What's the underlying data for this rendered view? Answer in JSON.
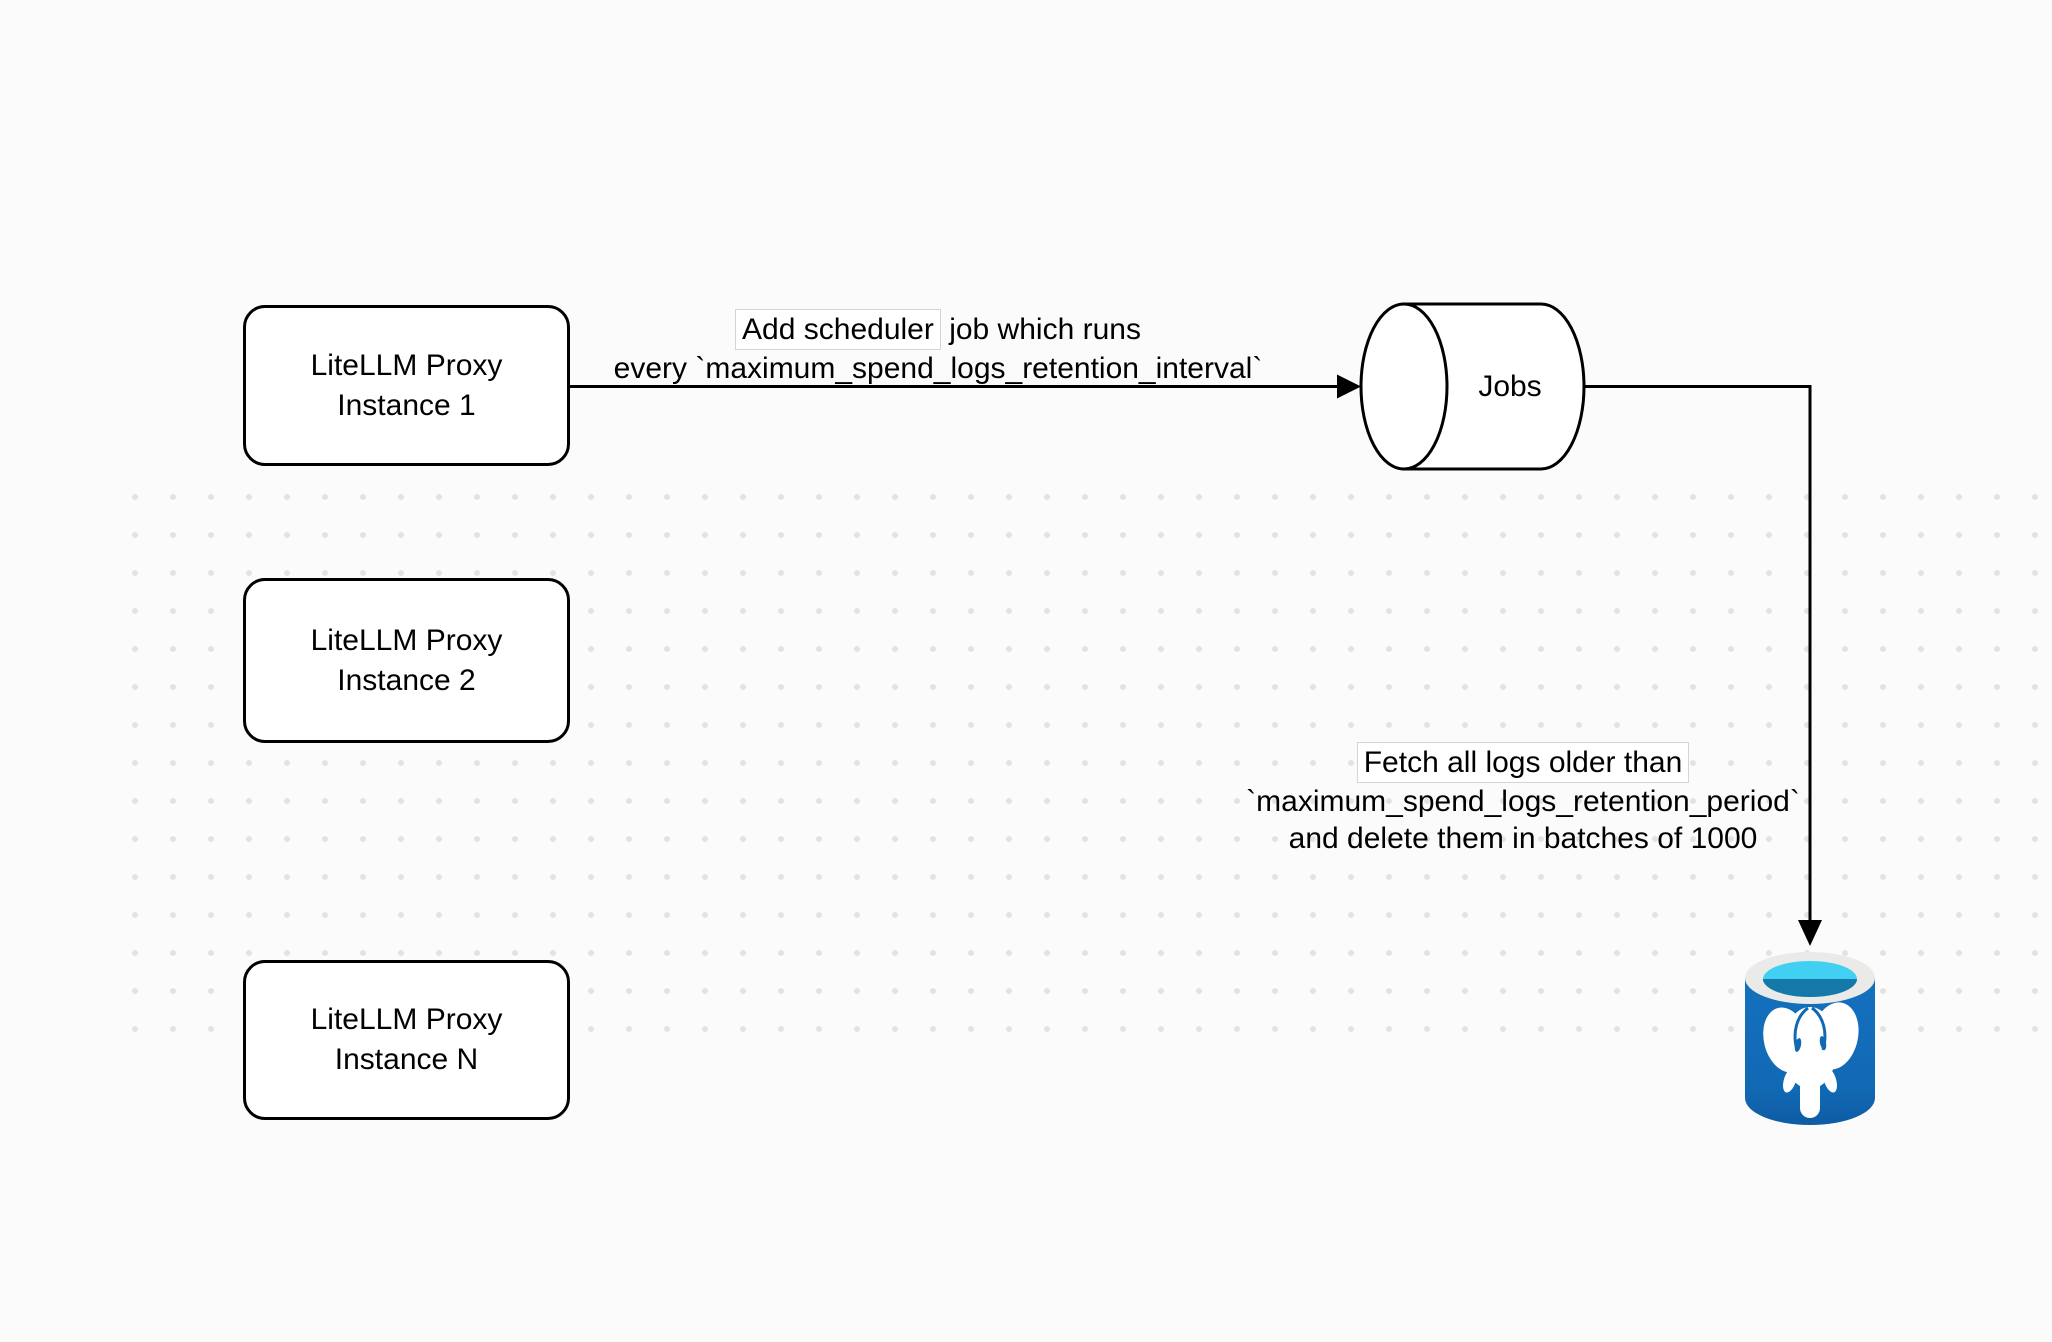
{
  "diagram": {
    "nodes": {
      "proxy1": {
        "label": "LiteLLM Proxy\nInstance 1"
      },
      "proxy2": {
        "label": "LiteLLM Proxy\nInstance 2"
      },
      "proxyN": {
        "label": "LiteLLM Proxy\nInstance N"
      },
      "jobs": {
        "label": "Jobs"
      },
      "database": {
        "name": "PostgreSQL database (icon)"
      }
    },
    "edges": {
      "scheduler": {
        "line1_part1": "Add scheduler",
        "line1_part2": "job which runs",
        "line2": "every `maximum_spend_logs_retention_interval`"
      },
      "fetch": {
        "line1": "Fetch all logs older than",
        "line2": "`maximum_spend_logs_retention_period`",
        "line3": "and delete them in batches of 1000"
      }
    },
    "colors": {
      "background": "#fbfbfb",
      "dot_grid": "#e2e2e2",
      "line": "#000000",
      "node_fill": "#ffffff",
      "node_stroke": "#000000",
      "postgres_body_blue": "#1169b4",
      "postgres_body_blue_dark": "#0e5ca4",
      "postgres_rim_gray": "#eaeae8",
      "postgres_inner_cyan": "#41d0f1",
      "postgres_inner_teal": "#1478a8",
      "elephant_white": "#ffffff"
    }
  }
}
